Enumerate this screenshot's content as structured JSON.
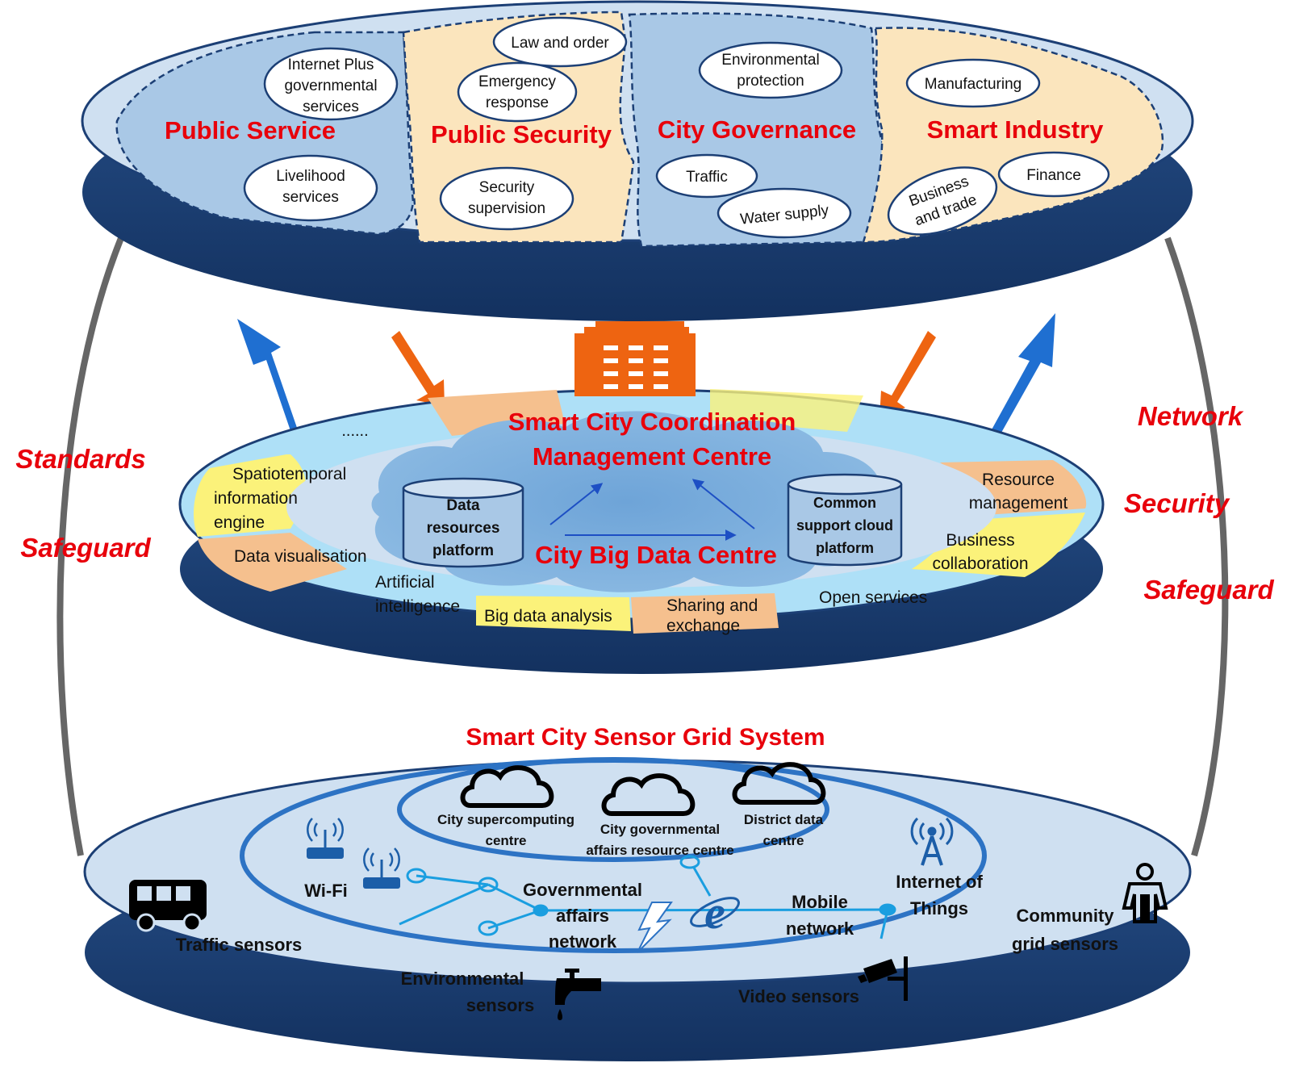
{
  "colors": {
    "red_title": "#e8000b",
    "disk_dark": "#1c3f75",
    "disk_light": "#cfe0f1",
    "region_blue": "#a9c8e6",
    "region_tan": "#fbe5bd",
    "segment_cyan": "#aee0f7",
    "segment_yellow": "#fbf27a",
    "segment_orange": "#f5c08e",
    "arrow_blue": "#1f6fd1",
    "arrow_orange": "#ee6411",
    "building_orange": "#ee6411",
    "cloud_blue": "#7aaedc",
    "pillar_grey": "#666666"
  },
  "top_layer": {
    "regions": [
      {
        "title": "Public Service",
        "items": [
          [
            "Internet Plus",
            "governmental",
            "services"
          ],
          [
            "Livelihood",
            "services"
          ]
        ]
      },
      {
        "title": "Public Security",
        "items": [
          [
            "Law and order"
          ],
          [
            "Emergency",
            "response"
          ],
          [
            "Security",
            "supervision"
          ]
        ]
      },
      {
        "title": "City Governance",
        "items": [
          [
            "Environmental",
            "protection"
          ],
          [
            "Traffic"
          ],
          [
            "Water supply"
          ]
        ]
      },
      {
        "title": "Smart Industry",
        "items": [
          [
            "Manufacturing"
          ],
          [
            "Business",
            "and trade"
          ],
          [
            "Finance"
          ]
        ]
      }
    ]
  },
  "middle_layer": {
    "coordination_title": [
      "Smart City Coordination",
      "Management Centre"
    ],
    "big_data_title": "City Big Data Centre",
    "platforms": [
      [
        "Data",
        "resources",
        "platform"
      ],
      [
        "Common",
        "support cloud",
        "platform"
      ]
    ],
    "ellipsis": "......",
    "segments": {
      "spatiotemporal": [
        "Spatiotemporal",
        "information",
        "engine"
      ],
      "data_visualisation": "Data visualisation",
      "artificial_intelligence": [
        "Artificial",
        "intelligence"
      ],
      "big_data_analysis": "Big data analysis",
      "sharing_exchange": [
        "Sharing and",
        "exchange"
      ],
      "open_services": "Open services",
      "business_collaboration": [
        "Business",
        "collaboration"
      ],
      "resource_management": [
        "Resource",
        "management"
      ]
    }
  },
  "bottom_layer": {
    "title": "Smart City Sensor Grid System",
    "data_centres": [
      [
        "City supercomputing",
        "centre"
      ],
      [
        "City governmental",
        "affairs resource centre"
      ],
      [
        "District data",
        "centre"
      ]
    ],
    "networks": {
      "wifi": "Wi-Fi",
      "gov_network": [
        "Governmental",
        "affairs",
        "network"
      ],
      "mobile_network": [
        "Mobile",
        "network"
      ],
      "iot": [
        "Internet of",
        "Things"
      ]
    },
    "sensors": {
      "traffic": "Traffic sensors",
      "environmental": [
        "Environmental",
        "sensors"
      ],
      "video": "Video sensors",
      "community": [
        "Community",
        "grid sensors"
      ]
    }
  },
  "side_labels": {
    "left": [
      "Standards",
      "Safeguard"
    ],
    "right": [
      "Network",
      "Security",
      "Safeguard"
    ]
  }
}
